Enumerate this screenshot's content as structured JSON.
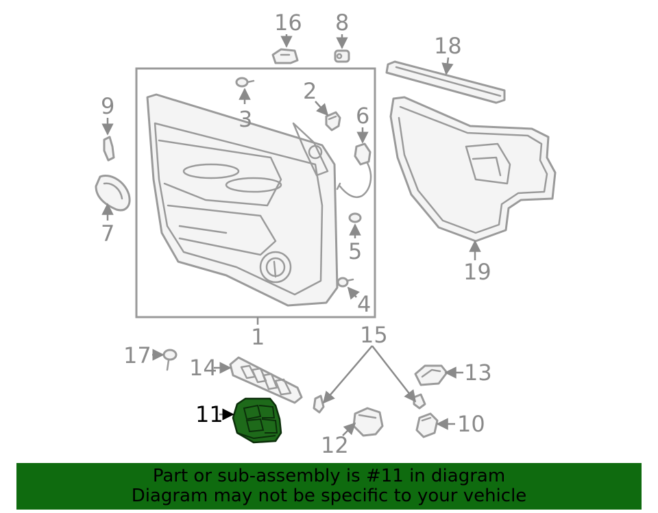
{
  "callouts": {
    "c1": "1",
    "c2": "2",
    "c3": "3",
    "c4": "4",
    "c5": "5",
    "c6": "6",
    "c7": "7",
    "c8": "8",
    "c9": "9",
    "c10": "10",
    "c11": "11",
    "c12": "12",
    "c13": "13",
    "c14": "14",
    "c15": "15",
    "c16": "16",
    "c17": "17",
    "c18": "18",
    "c19": "19"
  },
  "highlighted_part": "11",
  "colors": {
    "banner_background": "#0f6b0f",
    "highlight_fill": "#1e6a1a",
    "line_gray": "#9a9a9a"
  },
  "banner": {
    "line1": "Part or sub-assembly is #11 in diagram",
    "line2": "Diagram may not be specific to your vehicle"
  }
}
